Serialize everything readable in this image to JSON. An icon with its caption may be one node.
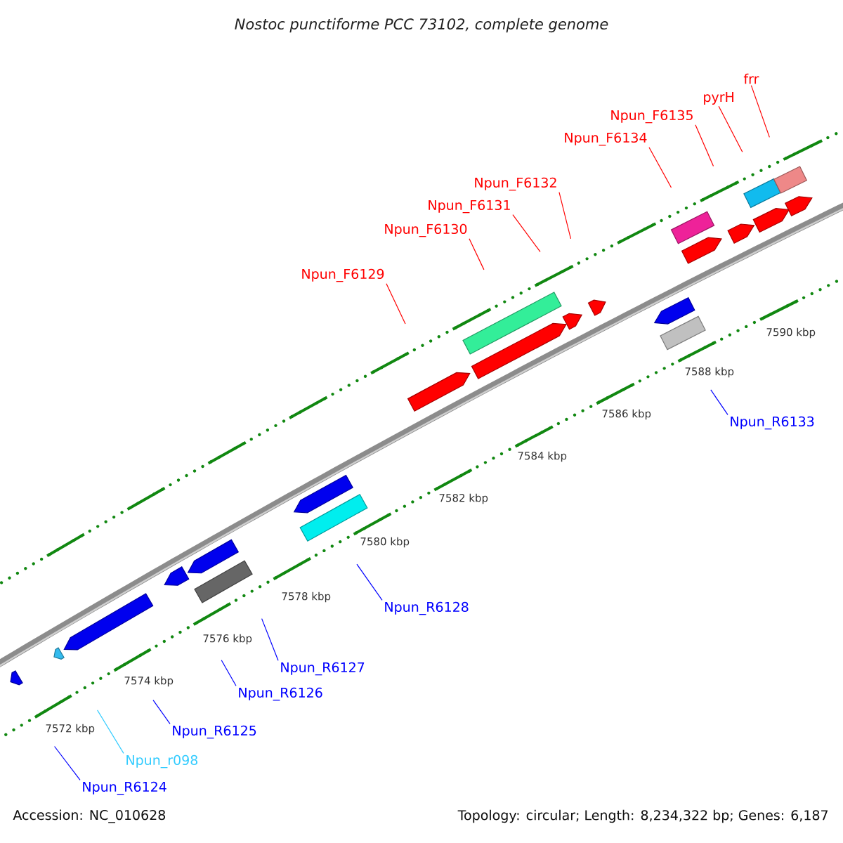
{
  "diagram": {
    "title": "Nostoc punctiforme PCC 73102, complete genome",
    "nodes": [
      {
        "text": [
          "Npun_F6129"
        ]
      },
      {
        "text": [
          "Npun_F6130"
        ]
      },
      {
        "text": [
          "Npun_F6131"
        ]
      },
      {
        "text": [
          "Npun_F6132"
        ]
      },
      {
        "text": [
          "Npun_F6134"
        ]
      },
      {
        "text": [
          "Npun_F6135"
        ]
      },
      {
        "text": [
          "pyrH"
        ]
      },
      {
        "text": [
          "frr"
        ]
      },
      {
        "text": [
          "Npun_R6133"
        ]
      },
      {
        "text": [
          "Npun_R6128"
        ]
      },
      {
        "text": [
          "Npun_R6127"
        ]
      },
      {
        "text": [
          "Npun_R6126"
        ]
      },
      {
        "text": [
          "Npun_R6125"
        ]
      },
      {
        "text": [
          "Npun_r098"
        ]
      },
      {
        "text": [
          "Npun_R6124"
        ]
      }
    ],
    "edges": [
      {
        "from": 0,
        "to": null,
        "arrow": "none"
      },
      {
        "from": 1,
        "to": null,
        "arrow": "none"
      },
      {
        "from": 2,
        "to": null,
        "arrow": "none"
      },
      {
        "from": 3,
        "to": null,
        "arrow": "none"
      },
      {
        "from": 4,
        "to": null,
        "arrow": "none"
      },
      {
        "from": 5,
        "to": null,
        "arrow": "none"
      },
      {
        "from": 6,
        "to": null,
        "arrow": "none"
      },
      {
        "from": 7,
        "to": null,
        "arrow": "none"
      },
      {
        "from": 8,
        "to": null,
        "arrow": "none",
        "color": "#0000ff"
      },
      {
        "from": 9,
        "to": null,
        "arrow": "none",
        "color": "#0000ff"
      },
      {
        "from": 10,
        "to": null,
        "arrow": "none",
        "color": "#0000ff"
      },
      {
        "from": 11,
        "to": null,
        "arrow": "none",
        "color": "#0000ff"
      },
      {
        "from": 12,
        "to": null,
        "arrow": "none",
        "color": "#0000ff"
      },
      {
        "from": 13,
        "to": null,
        "arrow": "none",
        "color": "#33ccff"
      },
      {
        "from": 14,
        "to": null,
        "arrow": "none",
        "color": "#0000ff"
      }
    ],
    "labels": [
      "7572 kbp",
      "7574 kbp",
      "7576 kbp",
      "7578 kbp",
      "7580 kbp",
      "7582 kbp",
      "7584 kbp",
      "7586 kbp",
      "7588 kbp",
      "7590 kbp",
      "Accession: NC_010628",
      "Topology: circular; Length: 8,234,322 bp; Genes: 6,187"
    ]
  }
}
